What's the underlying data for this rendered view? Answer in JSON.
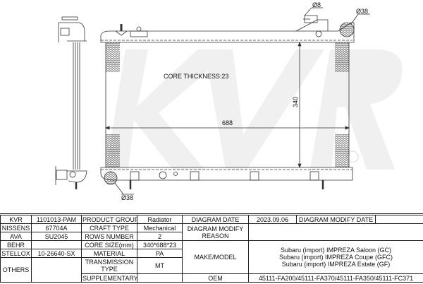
{
  "watermark": {
    "brand": "KVR"
  },
  "drawing": {
    "core_thickness": "CORE THICKNESS:23",
    "width_dim": "688",
    "height_dim": "340",
    "inlet_diameter": "Ø38",
    "outlet_diameter": "Ø38",
    "vent_diameter": "Ø8"
  },
  "spec": {
    "cross_refs": [
      {
        "brand": "KVR",
        "value": "1101013-PAM"
      },
      {
        "brand": "NISSENS",
        "value": "67704A"
      },
      {
        "brand": "AVA",
        "value": "SU2045"
      },
      {
        "brand": "BEHR",
        "value": ""
      },
      {
        "brand": "STELLOX",
        "value": "10-26640-SX"
      },
      {
        "brand": "OTHERS",
        "value": ""
      }
    ],
    "attributes": [
      {
        "label": "PRODUCT GROUP",
        "value": "Radiator"
      },
      {
        "label": "CRAFT TYPE",
        "value": "Mechanical"
      },
      {
        "label": "ROWS NUMBER",
        "value": "2"
      },
      {
        "label": "CORE SIZE(mm)",
        "value": "340*688*23"
      },
      {
        "label": "MATERIAL",
        "value": "PA"
      },
      {
        "label": "TRANSMISSION TYPE",
        "value": "MT"
      },
      {
        "label": "SUPPLEMENTARY",
        "value": ""
      }
    ],
    "diagram_date_label": "DIAGRAM DATE",
    "diagram_date": "2023.09.06",
    "diagram_modify_date_label": "DIAGRAM MODIFY DATE",
    "diagram_modify_date": "",
    "diagram_modify_reason_label": "DIAGRAM MODIFY REASON",
    "diagram_modify_reason": "",
    "make_model_label": "MAKE/MODEL",
    "make_model": [
      "Subaru (import) IMPREZA Saloon (GC)",
      "Subaru (import) IMPREZA Coupe (GFC)",
      "Subaru (import) IMPREZA Estate (GF)"
    ],
    "oem_label": "OEM",
    "oem": "45111-FA200/45111-FA370/45111-FA350/45111-FC371"
  }
}
